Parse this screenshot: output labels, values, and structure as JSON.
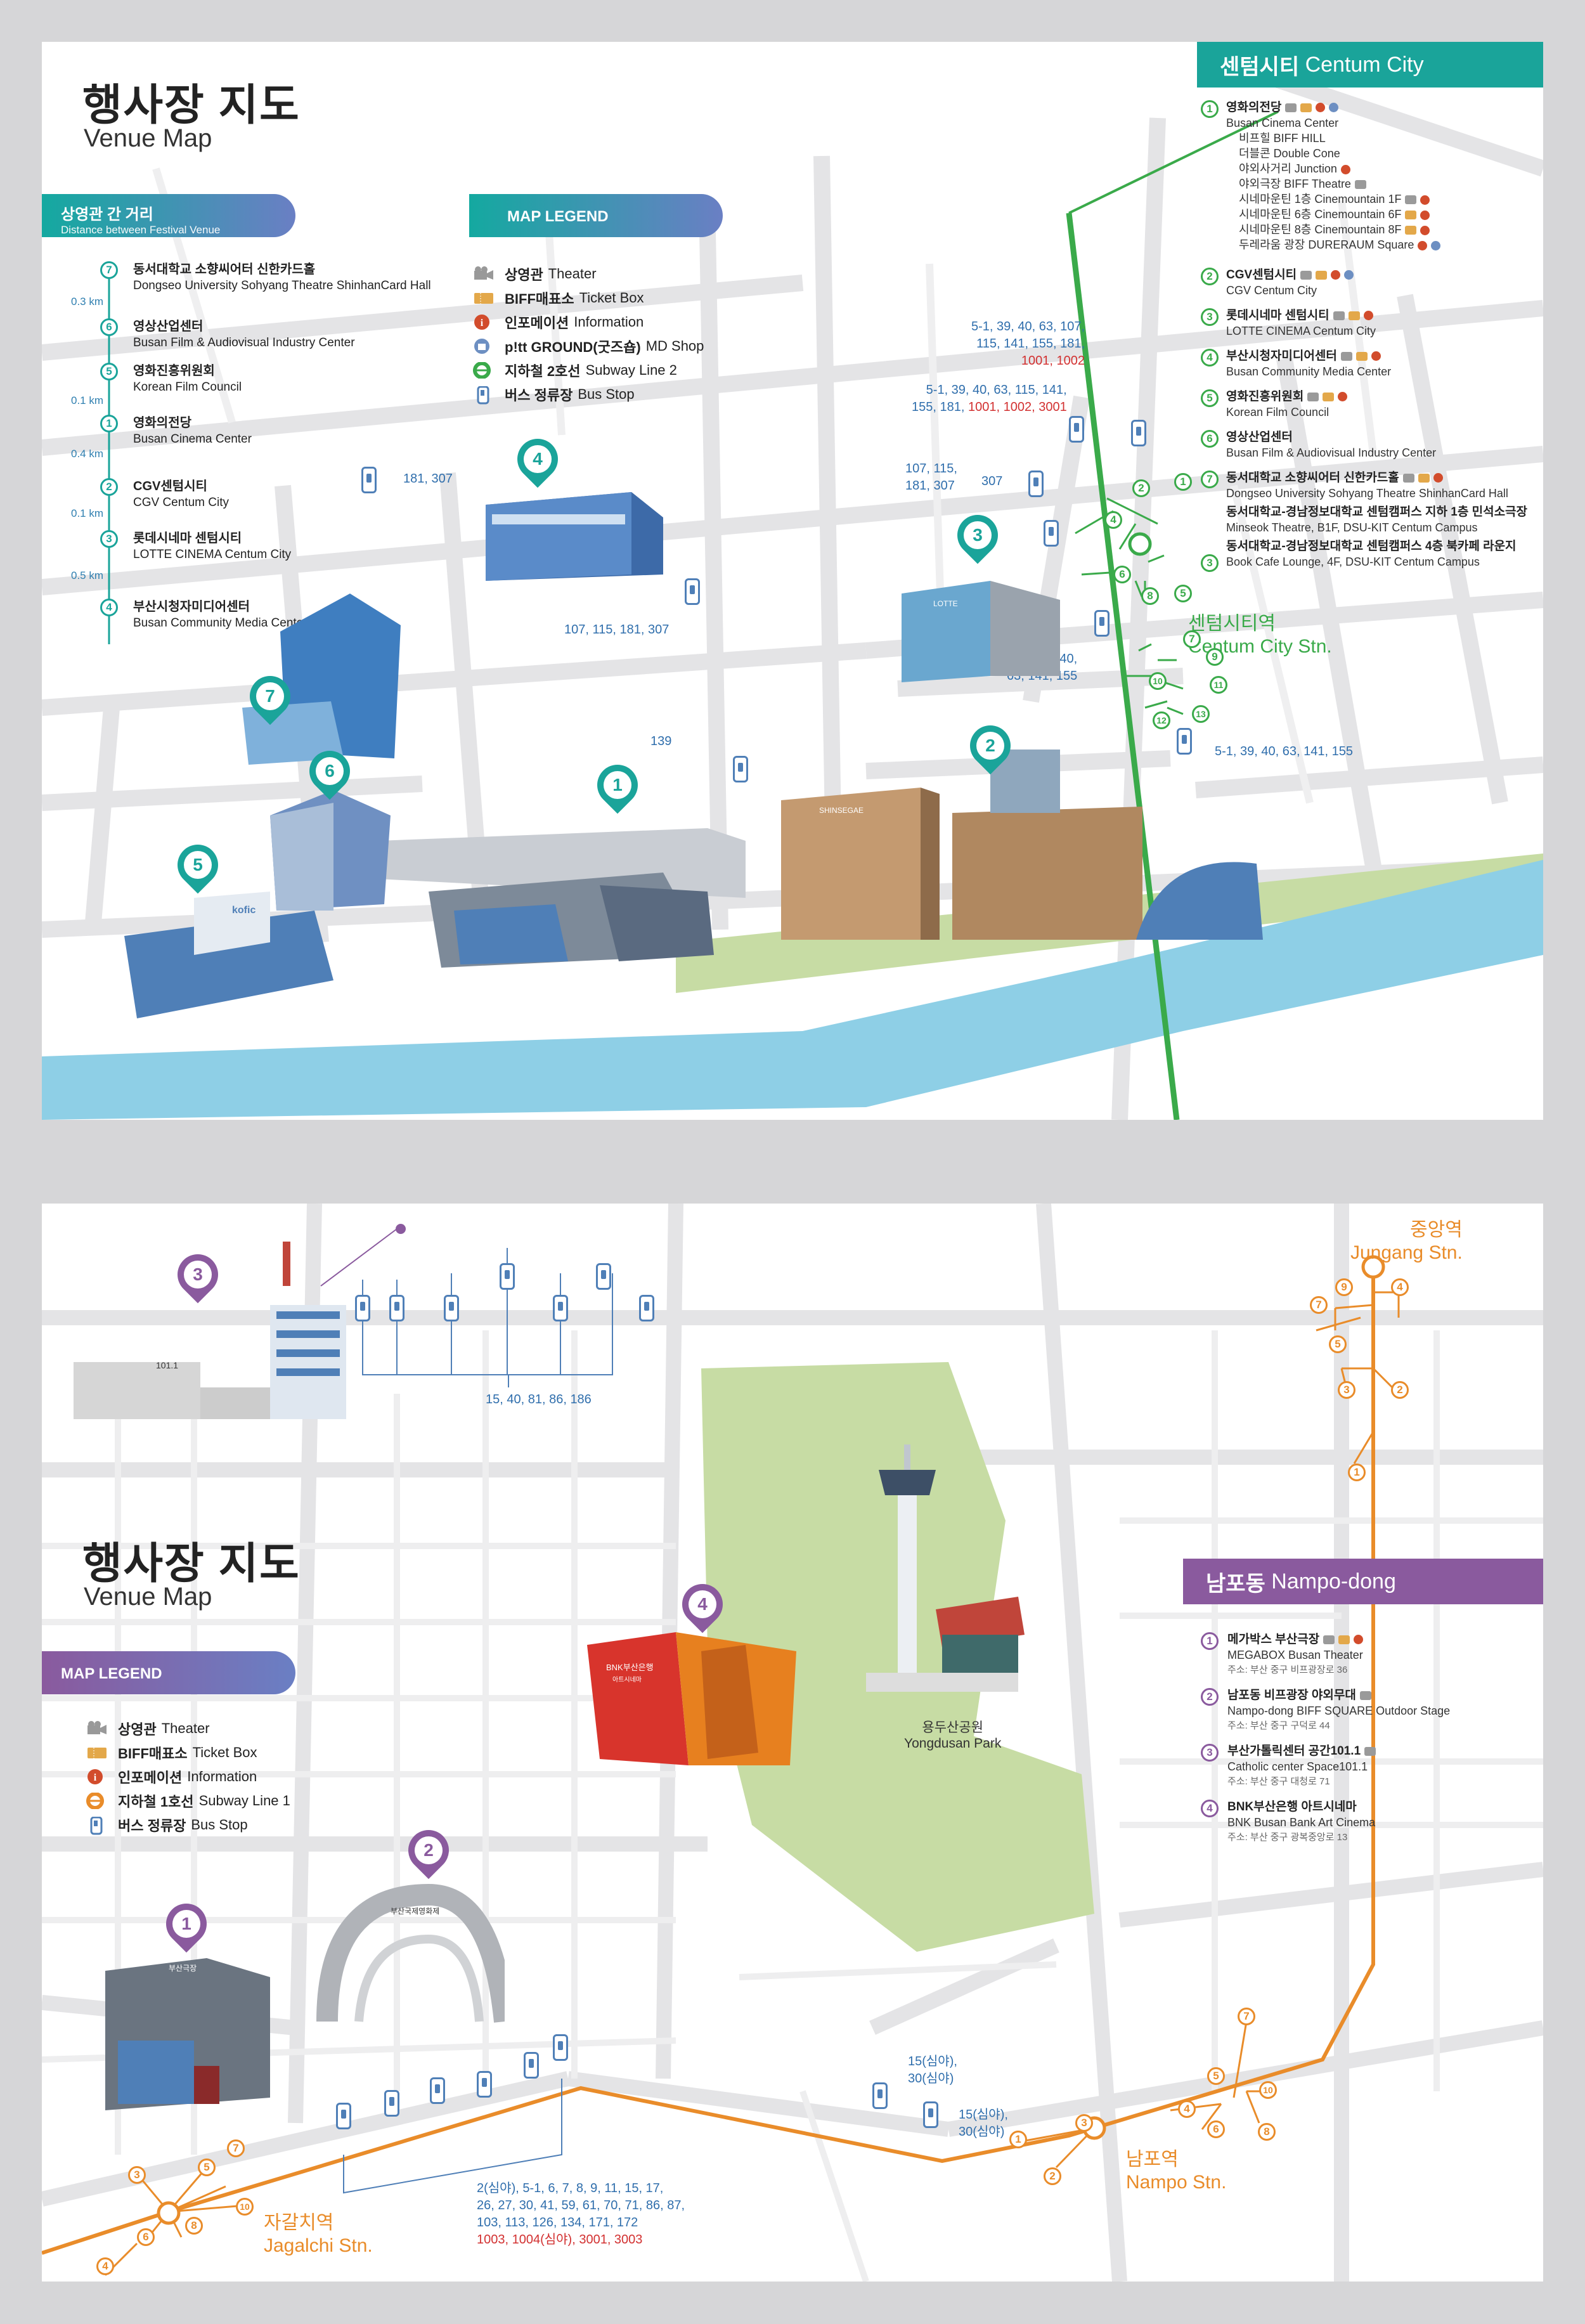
{
  "top": {
    "title_ko": "행사장 지도",
    "title_en": "Venue Map",
    "distance_tag": {
      "ko": "상영관 간 거리",
      "en": "Distance between Festival Venue"
    },
    "legend_tag": "MAP LEGEND",
    "legend": [
      {
        "ko": "상영관",
        "en": "Theater",
        "icon": "theater-icon"
      },
      {
        "ko": "BIFF매표소",
        "en": "Ticket Box",
        "icon": "ticket-icon"
      },
      {
        "ko": "인포메이션",
        "en": "Information",
        "icon": "info-icon"
      },
      {
        "ko": "p!tt GROUND(굿즈숍)",
        "en": "MD Shop",
        "icon": "shop-icon"
      },
      {
        "ko": "지하철 2호선",
        "en": "Subway Line 2",
        "icon": "subway-icon"
      },
      {
        "ko": "버스 정류장",
        "en": "Bus Stop",
        "icon": "bus-stop-icon"
      }
    ],
    "distances": [
      {
        "n": "7",
        "ko": "동서대학교 소향씨어터 신한카드홀",
        "en": "Dongseo University Sohyang Theatre ShinhanCard Hall"
      },
      {
        "n": "6",
        "ko": "영상산업센터",
        "en": "Busan Film & Audiovisual Industry Center"
      },
      {
        "n": "5",
        "ko": "영화진흥위원회",
        "en": "Korean Film Council"
      },
      {
        "n": "1",
        "ko": "영화의전당",
        "en": "Busan Cinema Center"
      },
      {
        "n": "2",
        "ko": "CGV센텀시티",
        "en": "CGV Centum City"
      },
      {
        "n": "3",
        "ko": "롯데시네마 센텀시티",
        "en": "LOTTE CINEMA Centum City"
      },
      {
        "n": "4",
        "ko": "부산시청자미디어센터",
        "en": "Busan Community Media Center"
      }
    ],
    "distance_km": [
      "0.3 km",
      "0.1 km",
      "0.4 km",
      "0.1 km",
      "0.5 km"
    ],
    "area_header": {
      "ko": "센텀시티",
      "en": "Centum City"
    },
    "venues": [
      {
        "n": "1",
        "ko": "영화의전당",
        "en": "Busan Cinema Center",
        "subs": [
          "비프힐 BIFF HILL",
          "더블콘 Double Cone",
          "야외사거리 Junction",
          "야외극장 BIFF Theatre",
          "시네마운틴 1층 Cinemountain 1F",
          "시네마운틴 6층 Cinemountain 6F",
          "시네마운틴 8층 Cinemountain 8F",
          "두레라움 광장 DURERAUM Square"
        ]
      },
      {
        "n": "2",
        "ko": "CGV센텀시티",
        "en": "CGV Centum City",
        "subs": []
      },
      {
        "n": "3",
        "ko": "롯데시네마 센텀시티",
        "en": "LOTTE CINEMA Centum City",
        "subs": []
      },
      {
        "n": "4",
        "ko": "부산시청자미디어센터",
        "en": "Busan Community Media Center",
        "subs": []
      },
      {
        "n": "5",
        "ko": "영화진흥위원회",
        "en": "Korean Film Council",
        "subs": []
      },
      {
        "n": "6",
        "ko": "영상산업센터",
        "en": "Busan Film & Audiovisual Industry Center",
        "subs": []
      },
      {
        "n": "7",
        "ko": "동서대학교 소향씨어터 신한카드홀",
        "en": "Dongseo University Sohyang Theatre ShinhanCard Hall",
        "subs": []
      }
    ],
    "extra_venues": [
      {
        "ko": "동서대학교-경남정보대학교 센텀캠퍼스 지하 1층 민석소극장",
        "en": "Minseok Theatre, B1F, DSU-KIT Centum Campus"
      },
      {
        "ko": "동서대학교-경남정보대학교 센텀캠퍼스 4층 북카페 라운지",
        "en": "Book Cafe Lounge, 4F, DSU-KIT Centum Campus"
      }
    ],
    "station": {
      "ko": "센텀시티역",
      "en": "Centum City Stn."
    },
    "bus": {
      "b1": "181, 307",
      "b2": "107, 115, 181, 307",
      "b3": "139",
      "b4a": "5-1, 39, 40, 63, 107,",
      "b4b": "115, 141, 155, 181,",
      "b4c": "1001, 1002",
      "b5a": "5-1, 39, 40, 63, 115, 141,",
      "b5b": "155, 181,",
      "b5c": "1001, 1002, 3001",
      "b6a": "107, 115,",
      "b6b": "181, 307",
      "b7": "307",
      "b8a": "5-1, 39, 40,",
      "b8b": "63, 141, 155",
      "b9": "5-1, 39, 40, 63, 141, 155"
    },
    "building_signs": {
      "shinsegae": "SHINSEGAE",
      "lotte": "LOTTE",
      "kofic": "kofic"
    }
  },
  "bottom": {
    "title_ko": "행사장 지도",
    "title_en": "Venue Map",
    "legend_tag": "MAP LEGEND",
    "legend": [
      {
        "ko": "상영관",
        "en": "Theater",
        "icon": "theater-icon"
      },
      {
        "ko": "BIFF매표소",
        "en": "Ticket Box",
        "icon": "ticket-icon"
      },
      {
        "ko": "인포메이션",
        "en": "Information",
        "icon": "info-icon"
      },
      {
        "ko": "지하철 1호선",
        "en": "Subway Line 1",
        "icon": "subway-icon"
      },
      {
        "ko": "버스 정류장",
        "en": "Bus Stop",
        "icon": "bus-stop-icon"
      }
    ],
    "area_header": {
      "ko": "남포동",
      "en": "Nampo-dong"
    },
    "venues": [
      {
        "n": "1",
        "ko": "메가박스 부산극장",
        "en": "MEGABOX Busan Theater",
        "addr": "주소: 부산 중구 비프광장로 36"
      },
      {
        "n": "2",
        "ko": "남포동 비프광장 야외무대",
        "en": "Nampo-dong BIFF SQUARE Outdoor Stage",
        "addr": "주소: 부산 중구 구덕로 44"
      },
      {
        "n": "3",
        "ko": "부산가톨릭센터 공간101.1",
        "en": "Catholic center Space101.1",
        "addr": "주소: 부산 중구 대청로 71"
      },
      {
        "n": "4",
        "ko": "BNK부산은행 아트시네마",
        "en": "BNK Busan Bank Art Cinema",
        "addr": "주소: 부산 중구 광복중앙로 13"
      }
    ],
    "stations": {
      "jungang": {
        "ko": "중앙역",
        "en": "Jungang Stn."
      },
      "nampo": {
        "ko": "남포역",
        "en": "Nampo Stn."
      },
      "jagalchi": {
        "ko": "자갈치역",
        "en": "Jagalchi Stn."
      }
    },
    "park": {
      "ko": "용두산공원",
      "en": "Yongdusan Park"
    },
    "bus": {
      "top": "15, 40, 81, 86, 186",
      "mid1a": "15(심야),",
      "mid1b": "30(심야)",
      "mid2a": "15(심야),",
      "mid2b": "30(심야)",
      "low1": "2(심야), 5-1, 6, 7, 8, 9, 11, 15, 17,",
      "low2": "26, 27, 30, 41, 59, 61, 70, 71, 86, 87,",
      "low3": "103, 113, 126, 134, 171, 172",
      "low4": "1003, 1004(심야), 3001, 3003"
    },
    "building_signs": {
      "space": "101.1",
      "bnk": "BNK부산은행",
      "bnk_sub": "아트시네마",
      "gate": "부산국제영화제",
      "mega": "부산극장"
    }
  },
  "colors": {
    "teal": "#1aa49a",
    "green_line": "#3aaa4a",
    "orange_line": "#e98c2a",
    "purple": "#8a5a9e",
    "blue_text": "#2f6eac",
    "road": "#e4e4e6",
    "river": "#8ecfe6",
    "park": "#c7dca4"
  }
}
